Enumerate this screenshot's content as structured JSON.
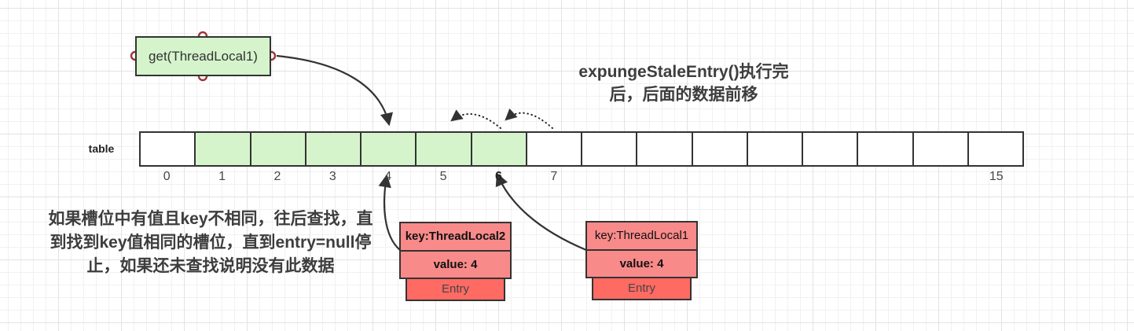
{
  "get_box": {
    "label": "get(ThreadLocal1)"
  },
  "title": {
    "line1": "expungeStaleEntry()执行完",
    "line2": "后，后面的数据前移"
  },
  "table": {
    "label": "table",
    "cell_count": 16,
    "green_cells": [
      1,
      2,
      3,
      4,
      5,
      6
    ],
    "index_labels": [
      "0",
      "1",
      "2",
      "3",
      "4",
      "5",
      "6",
      "7",
      "",
      "",
      "",
      "",
      "",
      "",
      "",
      "15"
    ],
    "bold_indices": [
      6
    ]
  },
  "note": {
    "line1": "如果槽位中有值且key不相同，往后查找，直",
    "line2": "到找到key值相同的槽位，直到entry=null停",
    "line3": "止，如果还未查找说明没有此数据"
  },
  "entries": [
    {
      "key": "key:ThreadLocal2",
      "value": "value: 4",
      "label": "Entry"
    },
    {
      "key": "key:ThreadLocal1",
      "value": "value: 4",
      "label": "Entry"
    }
  ],
  "colors": {
    "green": "#d5f4cb",
    "pink": "#f98a8a",
    "red": "#ff6a63",
    "border": "#333333",
    "handle_ring": "#9d3636",
    "text_dark": "#3d3d3d",
    "grid_minor": "#f1f1f1",
    "grid_major": "#e3e3e3"
  }
}
